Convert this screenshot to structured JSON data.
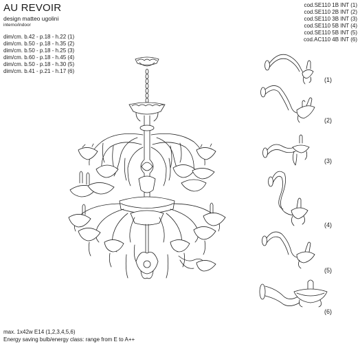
{
  "product": {
    "title": "AU REVOIR",
    "designer": "design matteo ugolini",
    "location": "interno/indoor"
  },
  "dimensions": [
    "dim/cm. b.42 - p.18 - h.22 (1)",
    "dim/cm. b.50 - p.18 - h.35 (2)",
    "dim/cm. b.50 - p.18 - h.25 (3)",
    "dim/cm. b.60 - p.18 - h.45 (4)",
    "dim/cm. b.50 - p.18 - h.30 (5)",
    "dim/cm. b.41 - p.21 - h.17 (6)"
  ],
  "codes": [
    "cod.SE110 1B INT (1)",
    "cod.SE110 2B INT (2)",
    "cod.SE110 3B INT (3)",
    "cod.SE110 5B INT (4)",
    "cod.SE110 5B INT (5)",
    "cod.AC110 4B INT (6)"
  ],
  "variant_labels": [
    "(1)",
    "(2)",
    "(3)",
    "(4)",
    "(5)",
    "(6)"
  ],
  "footer": {
    "bulb": "max. 1x42w E14 (1,2,3,4,5,6)",
    "energy": "Energy saving bulb/energy class: range from E to A++"
  },
  "drawings": {
    "main": "chandelier-drawing",
    "variants": [
      "wall-lamp-1",
      "wall-lamp-2",
      "wall-lamp-3",
      "wall-lamp-4",
      "wall-lamp-5",
      "wall-lamp-6"
    ]
  }
}
